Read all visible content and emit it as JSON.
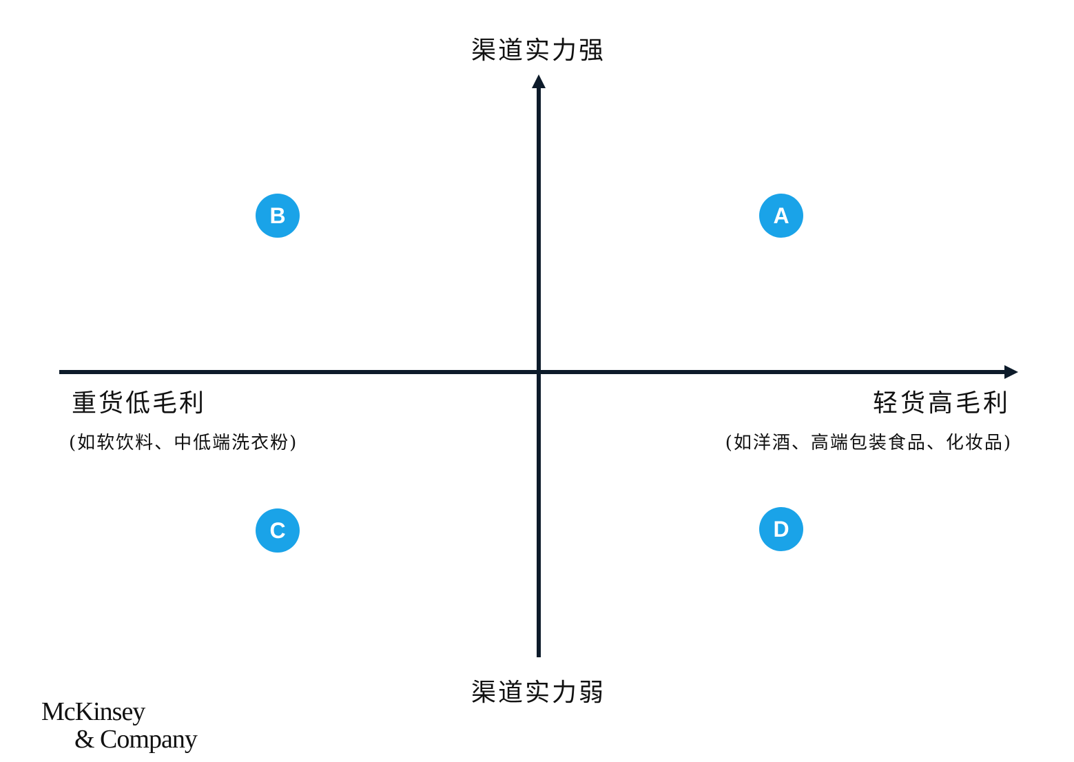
{
  "colors": {
    "axis": "#0d1b2a",
    "badge": "#1aa3e8",
    "text": "#111111"
  },
  "axes": {
    "top_label": "渠道实力强",
    "bottom_label": "渠道实力弱",
    "left_label": "重货低毛利",
    "right_label": "轻货高毛利",
    "left_examples": "(如软饮料、中低端洗衣粉)",
    "right_examples": "(如洋酒、高端包装食品、化妆品)"
  },
  "quadrants": [
    {
      "id": "B",
      "label": "B"
    },
    {
      "id": "A",
      "label": "A"
    },
    {
      "id": "C",
      "label": "C"
    },
    {
      "id": "D",
      "label": "D"
    }
  ],
  "logo": {
    "line1": "McKinsey",
    "line2": "& Company"
  }
}
